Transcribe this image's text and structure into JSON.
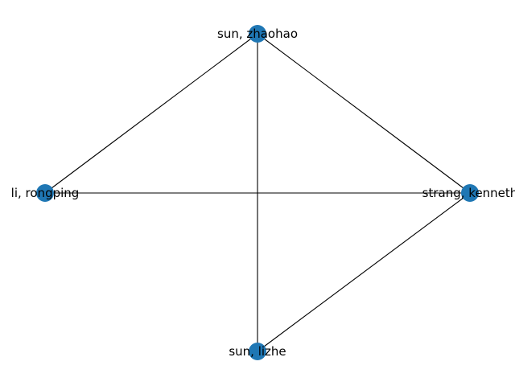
{
  "graph": {
    "node_color": "#1f77b4",
    "edge_color": "#000000",
    "nodes": [
      {
        "id": "zhaohao",
        "label": "sun, zhaohao"
      },
      {
        "id": "rongping",
        "label": "li, rongping"
      },
      {
        "id": "kenneth",
        "label": "strang, kenneth"
      },
      {
        "id": "lizhe",
        "label": "sun, lizhe"
      }
    ],
    "edges": [
      {
        "source": "zhaohao",
        "target": "rongping"
      },
      {
        "source": "zhaohao",
        "target": "kenneth"
      },
      {
        "source": "zhaohao",
        "target": "lizhe"
      },
      {
        "source": "rongping",
        "target": "kenneth"
      },
      {
        "source": "kenneth",
        "target": "lizhe"
      }
    ]
  }
}
